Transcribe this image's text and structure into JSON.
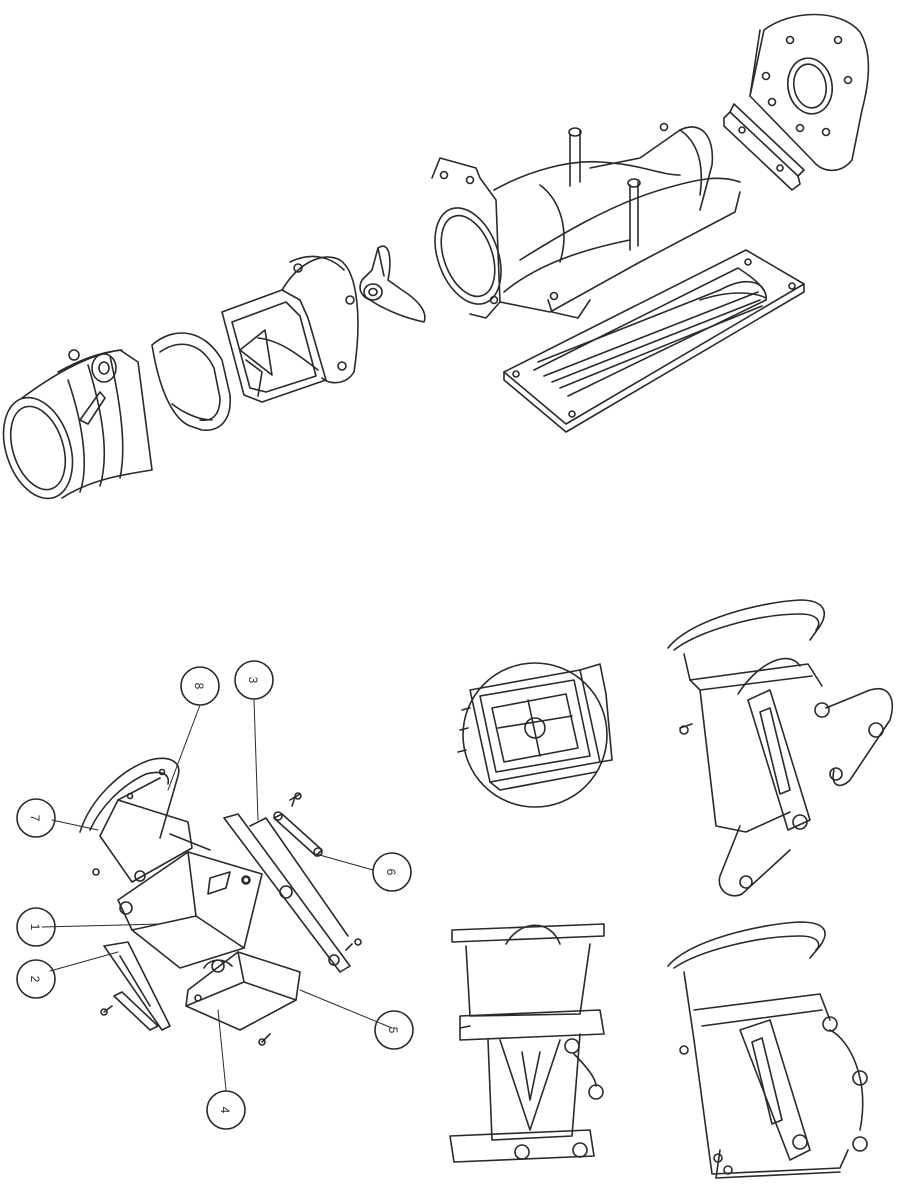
{
  "callouts": [
    {
      "id": "1",
      "label": "1"
    },
    {
      "id": "2",
      "label": "2"
    },
    {
      "id": "3",
      "label": "3"
    },
    {
      "id": "4",
      "label": "4"
    },
    {
      "id": "5",
      "label": "5"
    },
    {
      "id": "6",
      "label": "6"
    },
    {
      "id": "7",
      "label": "7"
    },
    {
      "id": "8",
      "label": "8"
    }
  ],
  "colors": {
    "line": "#2a2a2a",
    "paper": "#ffffff"
  }
}
